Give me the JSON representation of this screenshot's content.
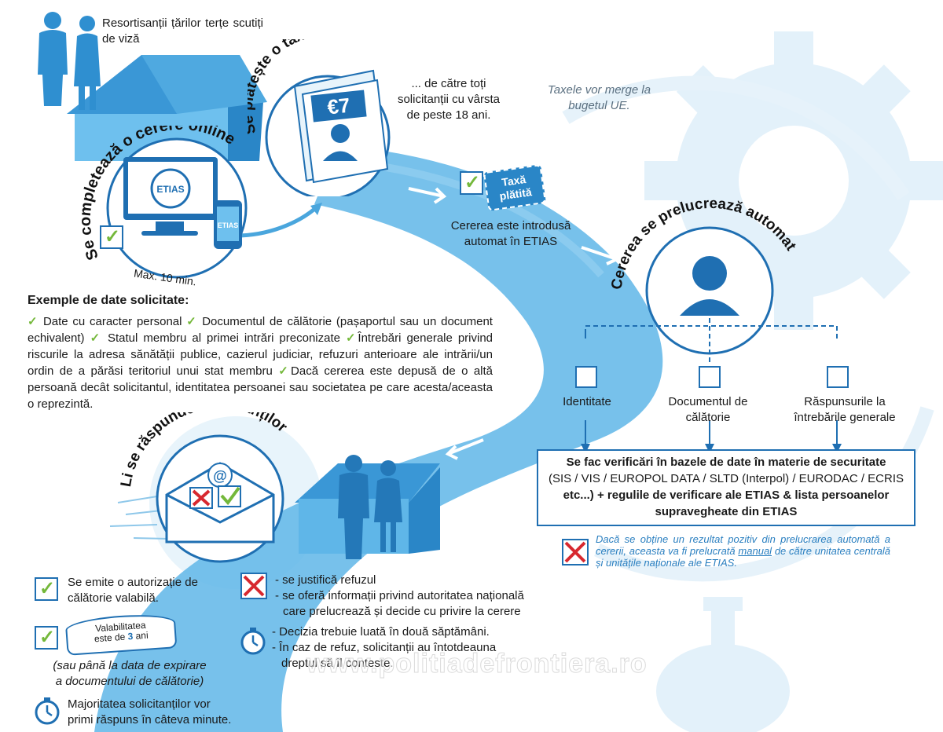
{
  "colors": {
    "accent": "#1f6fb2",
    "road": "#58b6ea",
    "pale": "#dbeef9",
    "check": "#74b83a",
    "cross": "#d7282f",
    "note": "#2a7fc0"
  },
  "intro": {
    "who": "Resortisanții țărilor terțe scutiți de viză"
  },
  "step_online": {
    "arc_label": "Se completează o cerere online",
    "screen_label": "ETIAS",
    "phone_label": "ETIAS",
    "duration": "Max. 10 min."
  },
  "step_fee": {
    "arc_label": "Se plătește o taxă...",
    "amount": "€7",
    "description": "... de către toți solicitanții cu vârsta de peste 18 ani."
  },
  "eu_note": "Taxele vor merge la bugetul UE.",
  "stamp": {
    "line1": "Taxă",
    "line2": "plătită"
  },
  "auto_entered": "Cererea este introdusă automat în ETIAS",
  "processing": {
    "arc_label": "Cererea se prelucrează automat",
    "checks": [
      "Identitate",
      "Documentul de călătorie",
      "Răspunsurile la întrebările generale"
    ],
    "db_checks": {
      "line1": "Se fac verificări în bazele de date în materie de securitate",
      "line2": "(SIS / VIS / EUROPOL DATA / SLTD (Interpol) / EURODAC / ECRIS",
      "line3": "etc...) + regulile de verificare ale ETIAS & lista persoanelor",
      "line4": "supravegheate din ETIAS"
    },
    "manual_note": {
      "part1": "Dacă se obține un rezultat pozitiv din prelucrarea automată a cererii, aceasta va fi prelucrată ",
      "manual": "manual",
      "part2": " de către unitatea centrală și unitățile naționale ale ETIAS."
    }
  },
  "examples": {
    "title": "Exemple de date solicitate:",
    "items": [
      "Date cu caracter personal",
      "Documentul de călătorie (pașaportul sau un document echivalent)",
      "Statul membru al primei intrări preconizate",
      "Întrebări generale privind riscurile la adresa sănătății publice, cazierul judiciar, refuzuri anterioare ale intrării/un ordin de a părăsi teritoriul unui stat membru",
      "Dacă cererea este depusă de o altă persoană decât solicitantul, identitatea persoanei sau societatea pe care acesta/aceasta o reprezintă."
    ]
  },
  "response": {
    "arc_label": "Li se răspunde solicitanților"
  },
  "outcomes": {
    "authorization": "Se emite o autorizație de călătorie valabilă.",
    "validity_book": {
      "line1": "Valabilitatea",
      "line2": "este de",
      "years": "3",
      "line3": "ani"
    },
    "validity_note": {
      "line1": "(sau până la data de expirare",
      "line2": "a documentului de călătorie)"
    },
    "majority": {
      "line1": "Majoritatea solicitanților vor",
      "line2": "primi răspuns în câteva minute."
    },
    "refusal": [
      "- se justifică refuzul",
      "- se oferă informații privind autoritatea națională",
      "care prelucrează și decide cu privire la cerere"
    ],
    "decision": [
      "- Decizia trebuie luată în două săptămâni.",
      "- În caz de refuz, solicitanții au întotdeauna",
      "dreptul să îl conteste."
    ]
  },
  "watermark": "www.politiadefrontiera.ro"
}
